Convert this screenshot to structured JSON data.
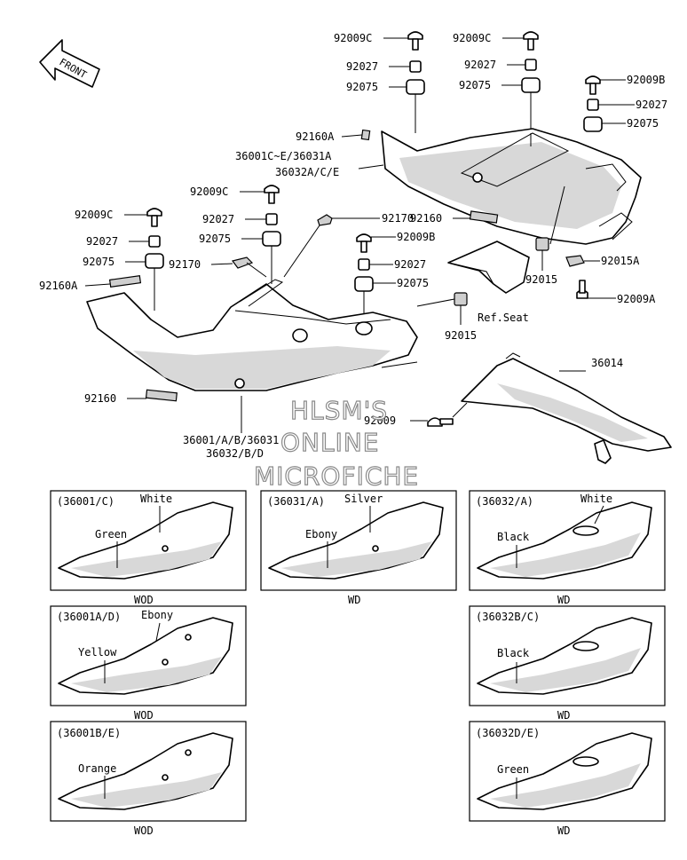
{
  "front_arrow": "FRONT",
  "callouts": {
    "c1_bolt": "92009C",
    "c1_collar": "92027",
    "c1_damper": "92075",
    "c2_bolt": "92009C",
    "c2_collar": "92027",
    "c2_damper": "92075",
    "c3_bolt": "92009B",
    "c3_collar": "92027",
    "c3_damper": "92075",
    "pad_upper": "92160A",
    "cover_upper_1": "36001C~E/36031A",
    "cover_upper_2": "36032A/C/E",
    "c4_bolt": "92009C",
    "c4_collar": "92027",
    "c4_damper": "92075",
    "clip_a": "92170",
    "pad_mid": "92160",
    "c5_bolt": "92009C",
    "c5_collar": "92027",
    "c5_damper": "92075",
    "clip_b": "92170",
    "c6_bolt": "92009B",
    "c6_collar": "92027",
    "c6_damper": "92075",
    "pad_lower_left": "92160A",
    "nut_a": "92015A",
    "nut_b": "92015",
    "screw_a": "92009A",
    "ref_seat": "Ref.Seat",
    "nut_c": "92015",
    "chain_cover": "36014",
    "pad_lower": "92160",
    "screw_b": "92009",
    "cover_lower_1": "36001/A/B/36031",
    "cover_lower_2": "36032/B/D"
  },
  "watermark": [
    "HLSM'S",
    "ONLINE",
    "MICROFICHE"
  ],
  "variants": [
    {
      "code": "(36001/C)",
      "colors": [
        "White",
        "Green"
      ],
      "suffix": "WOD"
    },
    {
      "code": "(36031/A)",
      "colors": [
        "Silver",
        "Ebony"
      ],
      "suffix": "WD"
    },
    {
      "code": "(36032/A)",
      "colors": [
        "White",
        "Black"
      ],
      "suffix": "WD"
    },
    {
      "code": "(36001A/D)",
      "colors": [
        "Ebony",
        "Yellow"
      ],
      "suffix": "WOD"
    },
    {
      "code": "(36032B/C)",
      "colors": [
        "Black"
      ],
      "suffix": "WD"
    },
    {
      "code": "(36001B/E)",
      "colors": [
        "Orange"
      ],
      "suffix": "WOD"
    },
    {
      "code": "(36032D/E)",
      "colors": [
        "Green"
      ],
      "suffix": "WD"
    }
  ]
}
